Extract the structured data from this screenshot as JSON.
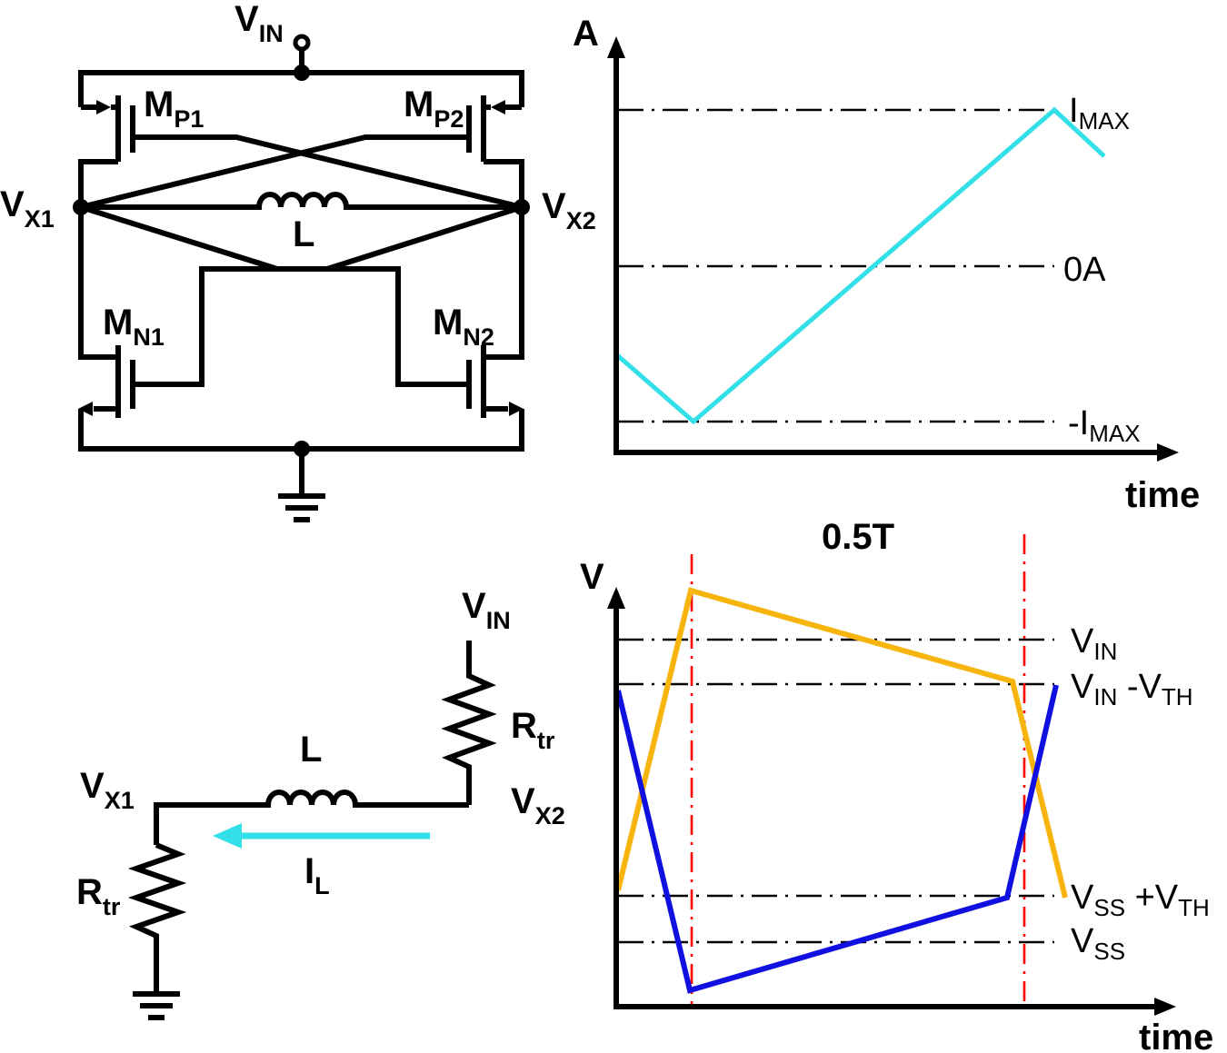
{
  "colors": {
    "current_trace": "#33e0e8",
    "vx1_trace": "#1010e0",
    "vx2_trace": "#f7b40d",
    "half_period_marker": "#ff0000",
    "line": "#000000"
  },
  "cross_coupled_schematic": {
    "supply": {
      "main": "V",
      "sub": "IN"
    },
    "node_left": {
      "main": "V",
      "sub": "X1"
    },
    "node_right": {
      "main": "V",
      "sub": "X2"
    },
    "inductor": "L",
    "pmos_left": {
      "main": "M",
      "sub": "P1"
    },
    "pmos_right": {
      "main": "M",
      "sub": "P2"
    },
    "nmos_left": {
      "main": "M",
      "sub": "N1"
    },
    "nmos_right": {
      "main": "M",
      "sub": "N2"
    }
  },
  "equivalent_circuit": {
    "supply": {
      "main": "V",
      "sub": "IN"
    },
    "node_left": {
      "main": "V",
      "sub": "X1"
    },
    "node_right": {
      "main": "V",
      "sub": "X2"
    },
    "inductor": "L",
    "resistor_right": {
      "main": "R",
      "sub": "tr"
    },
    "resistor_left": {
      "main": "R",
      "sub": "tr"
    },
    "current": {
      "main": "I",
      "sub": "L"
    }
  },
  "current_chart": {
    "y_axis_label": "A",
    "x_axis_label": "time",
    "levels": [
      {
        "main": "I",
        "sub": "MAX"
      },
      {
        "main": "0A",
        "sub": ""
      },
      {
        "main": "-I",
        "sub": "MAX"
      }
    ]
  },
  "voltage_chart": {
    "y_axis_label": "V",
    "x_axis_label": "time",
    "half_period_label": "0.5T",
    "levels": [
      {
        "main": "V",
        "sub": "IN"
      },
      {
        "main": "V",
        "sub": "IN",
        "mid": " -V",
        "sub2": "TH"
      },
      {
        "main": "V",
        "sub": "SS",
        "mid": " +V",
        "sub2": "TH"
      },
      {
        "main": "V",
        "sub": "SS"
      }
    ]
  }
}
